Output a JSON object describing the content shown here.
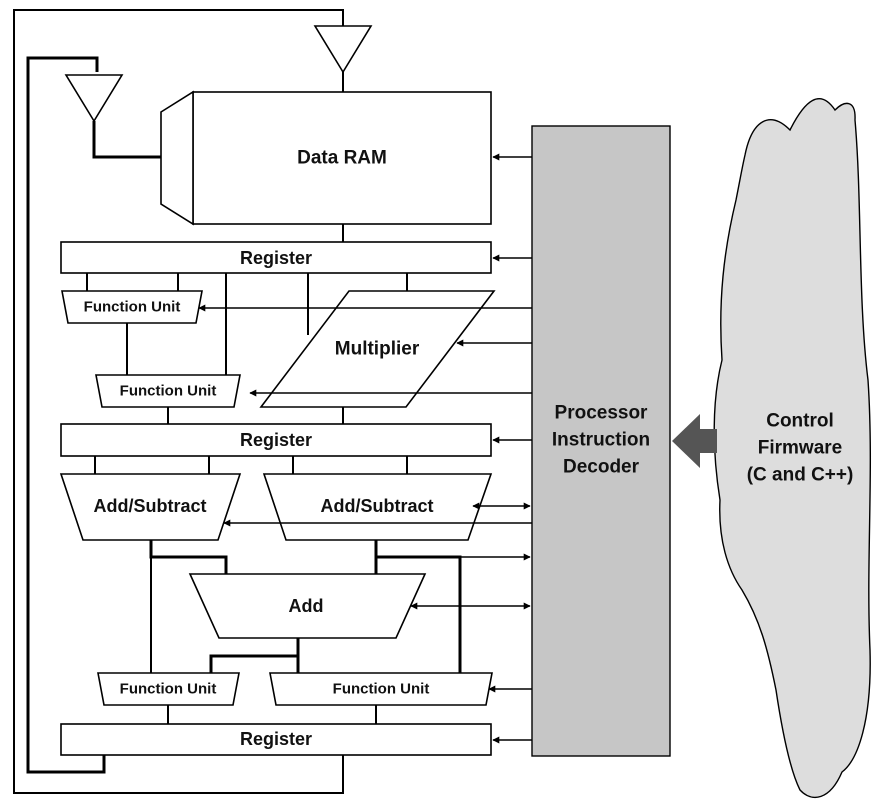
{
  "blocks": {
    "data_ram": "Data RAM",
    "register_1": "Register",
    "register_2": "Register",
    "register_3": "Register",
    "function_unit_1": "Function Unit",
    "function_unit_2": "Function Unit",
    "function_unit_3": "Function Unit",
    "function_unit_4": "Function Unit",
    "multiplier": "Multiplier",
    "add_subtract_1": "Add/Subtract",
    "add_subtract_2": "Add/Subtract",
    "add": "Add"
  },
  "decoder": {
    "line1": "Processor",
    "line2": "Instruction",
    "line3": "Decoder"
  },
  "firmware": {
    "line1": "Control",
    "line2": "Firmware",
    "line3": "(C and C++)"
  },
  "colors": {
    "decoder_fill": "#c6c6c6",
    "firmware_fill": "#dddddd",
    "arrow_fill": "#555555"
  }
}
